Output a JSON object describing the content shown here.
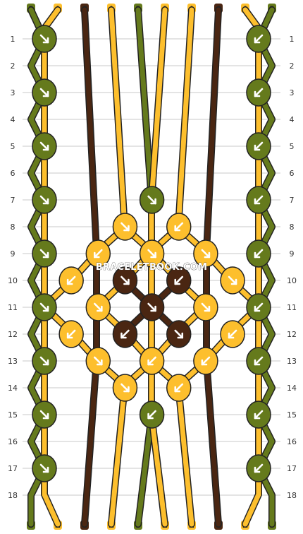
{
  "colors": {
    "A": "#fdbf2d",
    "B": "#657a1c",
    "C": "#4a2612",
    "outline": "#222222",
    "grid": "#c8c8c8"
  },
  "threads_top": [
    "B",
    "A",
    "C",
    "A",
    "B",
    "A",
    "A",
    "C",
    "A",
    "B"
  ],
  "threads_bottom": [
    "B",
    "A",
    "C",
    "A",
    "B",
    "A",
    "A",
    "C",
    "A",
    "B"
  ],
  "row_labels": [
    "1",
    "2",
    "3",
    "4",
    "5",
    "6",
    "7",
    "8",
    "9",
    "10",
    "11",
    "12",
    "13",
    "14",
    "15",
    "16",
    "17",
    "18"
  ],
  "watermark": "BRACELETBOOK.COM",
  "knots": [
    {
      "row": 1,
      "col": 0,
      "color": "B",
      "dir": "se"
    },
    {
      "row": 1,
      "col": 9,
      "color": "B",
      "dir": "sw"
    },
    {
      "row": 3,
      "col": 0,
      "color": "B",
      "dir": "se"
    },
    {
      "row": 3,
      "col": 9,
      "color": "B",
      "dir": "sw"
    },
    {
      "row": 5,
      "col": 0,
      "color": "B",
      "dir": "se"
    },
    {
      "row": 5,
      "col": 9,
      "color": "B",
      "dir": "sw"
    },
    {
      "row": 7,
      "col": 0,
      "color": "B",
      "dir": "se"
    },
    {
      "row": 7,
      "col": 9,
      "color": "B",
      "dir": "sw"
    },
    {
      "row": 7,
      "col": 4.5,
      "color": "B",
      "dir": "se"
    },
    {
      "row": 8,
      "col": 3.5,
      "color": "A",
      "dir": "se"
    },
    {
      "row": 8,
      "col": 5.5,
      "color": "A",
      "dir": "sw"
    },
    {
      "row": 9,
      "col": 0,
      "color": "B",
      "dir": "se"
    },
    {
      "row": 9,
      "col": 2.5,
      "color": "A",
      "dir": "sw"
    },
    {
      "row": 9,
      "col": 4.5,
      "color": "A",
      "dir": "se"
    },
    {
      "row": 9,
      "col": 6.5,
      "color": "A",
      "dir": "se"
    },
    {
      "row": 9,
      "col": 9,
      "color": "B",
      "dir": "sw"
    },
    {
      "row": 10,
      "col": 1.5,
      "color": "A",
      "dir": "sw"
    },
    {
      "row": 10,
      "col": 3.5,
      "color": "C",
      "dir": "se"
    },
    {
      "row": 10,
      "col": 5.5,
      "color": "C",
      "dir": "sw"
    },
    {
      "row": 10,
      "col": 7.5,
      "color": "A",
      "dir": "se"
    },
    {
      "row": 11,
      "col": 0,
      "color": "B",
      "dir": "se"
    },
    {
      "row": 11,
      "col": 2.5,
      "color": "A",
      "dir": "se"
    },
    {
      "row": 11,
      "col": 4.5,
      "color": "C",
      "dir": "se"
    },
    {
      "row": 11,
      "col": 6.5,
      "color": "A",
      "dir": "se"
    },
    {
      "row": 11,
      "col": 9,
      "color": "B",
      "dir": "sw"
    },
    {
      "row": 12,
      "col": 1.5,
      "color": "A",
      "dir": "sw"
    },
    {
      "row": 12,
      "col": 3.5,
      "color": "C",
      "dir": "sw"
    },
    {
      "row": 12,
      "col": 5.5,
      "color": "C",
      "dir": "se"
    },
    {
      "row": 12,
      "col": 7.5,
      "color": "A",
      "dir": "sw"
    },
    {
      "row": 13,
      "col": 0,
      "color": "B",
      "dir": "se"
    },
    {
      "row": 13,
      "col": 2.5,
      "color": "A",
      "dir": "se"
    },
    {
      "row": 13,
      "col": 4.5,
      "color": "A",
      "dir": "sw"
    },
    {
      "row": 13,
      "col": 6.5,
      "color": "A",
      "dir": "sw"
    },
    {
      "row": 13,
      "col": 9,
      "color": "B",
      "dir": "sw"
    },
    {
      "row": 14,
      "col": 3.5,
      "color": "A",
      "dir": "se"
    },
    {
      "row": 14,
      "col": 5.5,
      "color": "A",
      "dir": "sw"
    },
    {
      "row": 15,
      "col": 0,
      "color": "B",
      "dir": "se"
    },
    {
      "row": 15,
      "col": 4.5,
      "color": "B",
      "dir": "sw"
    },
    {
      "row": 15,
      "col": 9,
      "color": "B",
      "dir": "sw"
    },
    {
      "row": 17,
      "col": 0,
      "color": "B",
      "dir": "se"
    },
    {
      "row": 17,
      "col": 9,
      "color": "B",
      "dir": "sw"
    }
  ]
}
